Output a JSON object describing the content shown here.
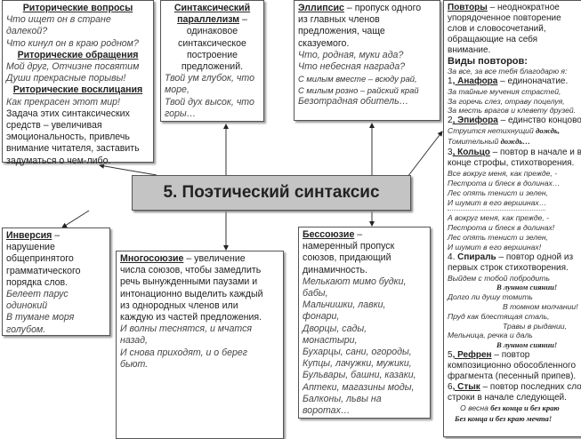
{
  "title": "5. Поэтический синтаксис",
  "rhetorical": {
    "q_title": "Риторические вопросы",
    "q_ex": [
      "Что ищет он в стране",
      "далекой?",
      "Что кинул он в краю родном?"
    ],
    "a_title": "Риторические обращения",
    "a_ex": [
      "Мой друг, Отчизне посвятим",
      "Души прекрасные порывы!"
    ],
    "e_title": "Риторические восклицания",
    "e_ex": [
      "Как прекрасен этот мир!"
    ],
    "purpose": [
      "Задача этих синтаксических",
      "средств – увеличивая",
      "эмоциональность, привлечь",
      "внимание читателя, заставить",
      "задуматься о чем-либо."
    ]
  },
  "parallelism": {
    "title1": "Синтаксический",
    "title2": "параллелизм",
    "dash": " –",
    "def": [
      "одинаковое",
      "синтаксическое",
      "построение",
      "предложений."
    ],
    "ex": [
      "Твой ум глубок, что",
      "море,",
      "Твой дух высок, что",
      "горы…"
    ]
  },
  "ellipsis": {
    "title": "Эллипсис",
    "def_first": " – пропуск одного",
    "def": [
      "из главных членов",
      "предложения, чаще",
      "сказуемого."
    ],
    "ex": [
      "Что, родная, муки ада?",
      "Что небесная награда?"
    ],
    "ex2": [
      "С милым вместе – всюду рай,",
      "С милым розно – райский край",
      "Безотрадная обитель…"
    ]
  },
  "inversion": {
    "title": "Инверсия",
    "dash": " –",
    "def": [
      "нарушение",
      "общепринятого",
      "грамматического",
      "порядка слов."
    ],
    "ex": [
      "Белеет парус",
      "одинокий",
      "В тумане моря",
      "голубом."
    ]
  },
  "polysyndeton": {
    "title": "Многосоюзие",
    "def_first": " – увеличение",
    "def": [
      "числа союзов, чтобы замедлить",
      "речь вынужденными паузами и",
      "интонационно выделить каждый",
      "из однородных членов или",
      "каждую из частей предложения."
    ],
    "ex": [
      "И волны теснятся, и мчатся",
      "назад,",
      "И снова приходят, и о берег",
      "бьют."
    ]
  },
  "asyndeton": {
    "title": "Бессоюзие",
    "dash": " –",
    "def": [
      "намеренный пропуск",
      "союзов, придающий",
      "динамичность."
    ],
    "ex": [
      "Мелькают мимо будки,",
      "бабы,",
      "Мальчишки, лавки,",
      "фонари,",
      "Дворцы, сады,",
      "монастыри,",
      "Бухарцы, сани, огороды,",
      "Купцы, лачужки, мужики,",
      "Бульвары, башни, казаки,",
      "Аптеки, магазины моды,",
      "Балконы, львы на",
      "воротах…"
    ]
  },
  "repetitions": {
    "title": "Повторы",
    "def_first": " – неоднократное",
    "def": [
      "упорядоченное повторение",
      "слов и словосочетаний,",
      "обращающие на себя",
      "внимание."
    ],
    "kinds_title": "Виды повторов:",
    "intro": "За все, за все тебя благодарю я:",
    "anaphora": {
      "num": "1",
      "name": "Анафора",
      "desc": " – единоначатие.",
      "ex": [
        "За тайные мучения страстей,",
        "За горечь слез, отраву поцелуя,",
        "За месть врагов и клевету друзей."
      ]
    },
    "epiphora": {
      "num": "2",
      "name": "Эпифора",
      "desc": " – единство концовок.",
      "ex": [
        "Струится нетихнущий ",
        "Томительный "
      ],
      "bold": [
        "дождь,",
        "дождь…"
      ]
    },
    "ring": {
      "num": "3",
      "name": "Кольцо",
      "desc": " – повтор в начале и в",
      "desc2": "конце строфы, стихотворения.",
      "ex": [
        "Все вокруг меня, как прежде, -",
        "Пестрота и блеск в долинах…",
        "Лес опять тенист и зелен,",
        "И шумит в его вершинах…"
      ],
      "ex2": [
        "А вокруг меня, как прежде, -",
        "Пестрота и блеск в долинах!",
        "Лес опять тенист и зелен,",
        "И шумит в его вершинах!"
      ]
    },
    "spiral": {
      "num": "4",
      "name": "Спираль",
      "desc": " – повтор одной из",
      "desc2": "первых строк стихотворения.",
      "ex": [
        [
          "Выйдем с тобой побродить",
          "В лунном сиянии!"
        ],
        [
          "Долго ли душу томить",
          "В томном молчании!"
        ],
        [
          "Пруд как блестящая сталь,",
          "Травы в рыдании,"
        ],
        [
          "Мельница, речка и даль",
          "В лунном сиянии!"
        ]
      ]
    },
    "refrain": {
      "num": "5",
      "name": "Рефрен",
      "desc": " – повтор",
      "desc2": "композиционно обособленного",
      "desc3": "фрагмента (песенный припев)."
    },
    "junction": {
      "num": "6",
      "name": "Стык",
      "desc": " – повтор последних слов",
      "desc2": "строки в начале следующей.",
      "ex": [
        "О весна ",
        "без конца и без краю",
        "Без конца и без краю мечта!"
      ]
    }
  }
}
